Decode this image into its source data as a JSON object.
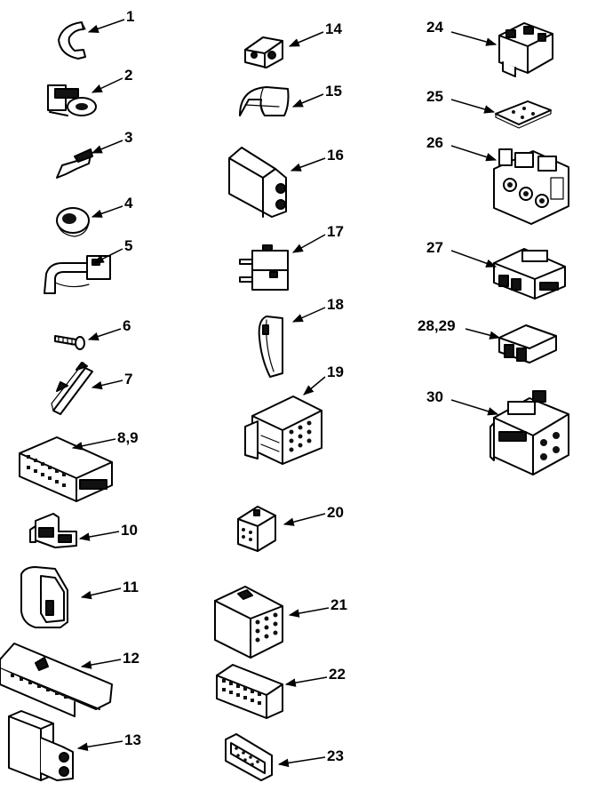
{
  "diagram": {
    "labels": {
      "p1": "1",
      "p2": "2",
      "p3": "3",
      "p4": "4",
      "p5": "5",
      "p6": "6",
      "p7": "7",
      "p8_9": "8,9",
      "p10": "10",
      "p11": "11",
      "p12": "12",
      "p13": "13",
      "p14": "14",
      "p15": "15",
      "p16": "16",
      "p17": "17",
      "p18": "18",
      "p19": "19",
      "p20": "20",
      "p21": "21",
      "p22": "22",
      "p23": "23",
      "p24": "24",
      "p25": "25",
      "p26": "26",
      "p27": "27",
      "p28_29": "28,29",
      "p30": "30"
    }
  },
  "colors": {
    "ink": "#000000",
    "paper": "#ffffff"
  }
}
